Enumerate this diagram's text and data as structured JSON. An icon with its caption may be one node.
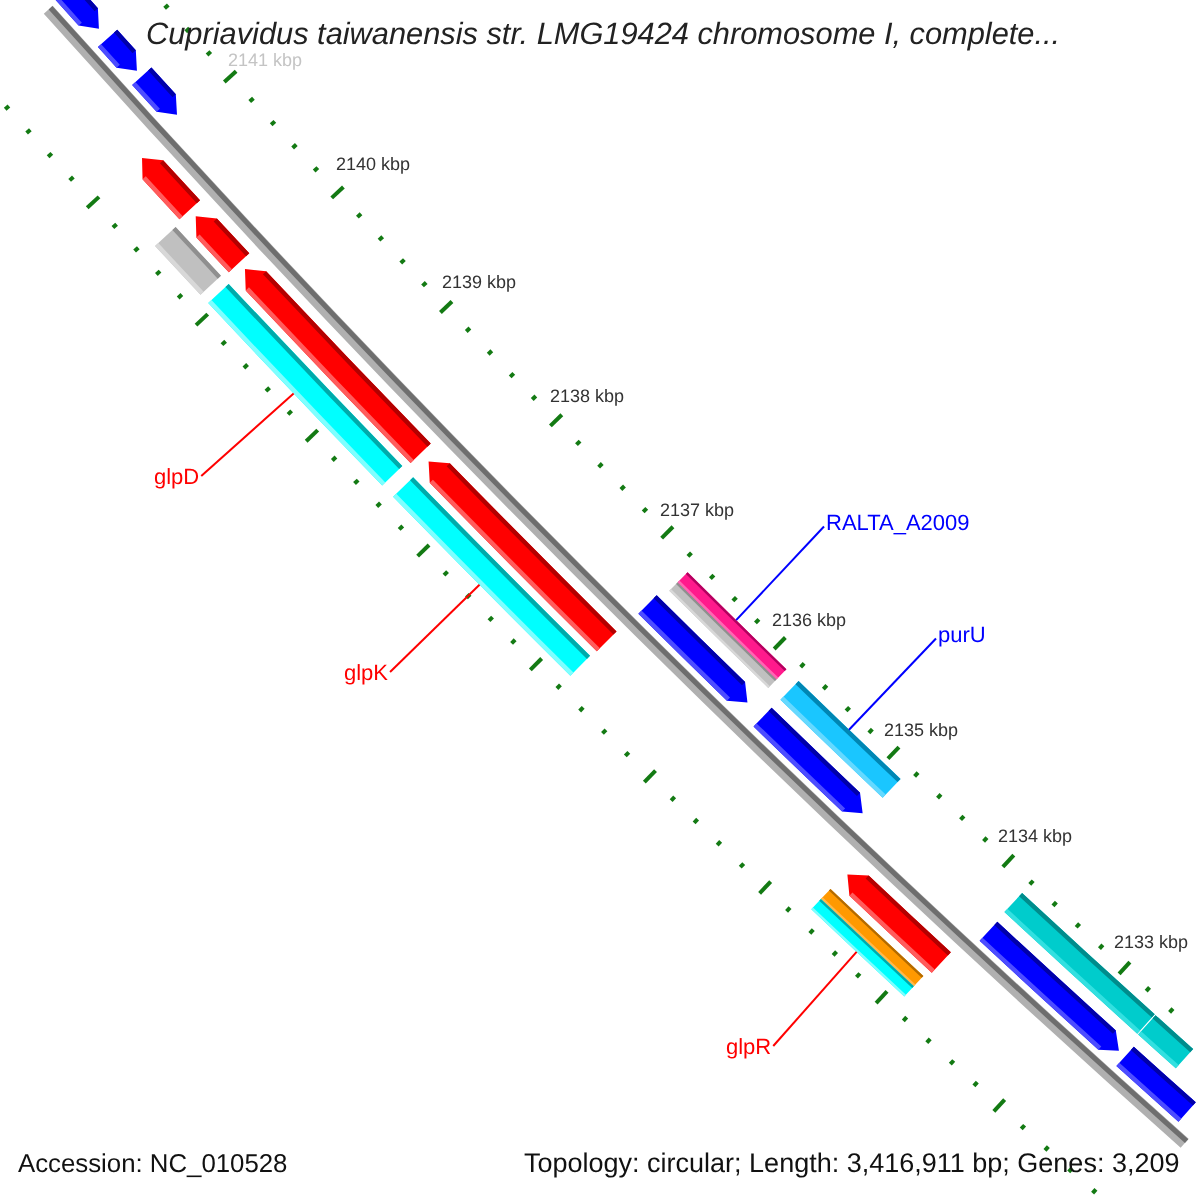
{
  "diagram": {
    "title": "Cupriavidus taiwanensis str. LMG19424 chromosome I, complete...",
    "nodes": [
      {
        "text": [
          "glpD"
        ]
      },
      {
        "text": [],
        "shape": "bar"
      },
      {
        "text": [
          "RALTA_A2009"
        ]
      },
      {
        "text": [],
        "shape": "bar"
      },
      {
        "text": [
          "purU"
        ]
      },
      {
        "text": [],
        "shape": "bar"
      },
      {
        "text": [
          "glpK"
        ]
      },
      {
        "text": [],
        "shape": "bar"
      },
      {
        "text": [
          "glpR"
        ]
      },
      {
        "text": [],
        "shape": "bar"
      }
    ],
    "edges": [
      {
        "from": 0,
        "to": 1,
        "arrow": "none"
      },
      {
        "from": 2,
        "to": 3,
        "arrow": "none",
        "color": "#0000ff"
      },
      {
        "from": 4,
        "to": 5,
        "arrow": "none",
        "color": "#0000ff"
      },
      {
        "from": 6,
        "to": 7,
        "arrow": "none"
      },
      {
        "from": 8,
        "to": 9,
        "arrow": "none"
      }
    ],
    "labels": [
      "2141 kbp",
      "2140 kbp",
      "2139 kbp",
      "2138 kbp",
      "2137 kbp",
      "2136 kbp",
      "2135 kbp",
      "2134 kbp",
      "2133 kbp",
      "Accession: NC_010528",
      "Topology: circular; Length: 3,416,911 bp; Genes: 3,209"
    ]
  }
}
